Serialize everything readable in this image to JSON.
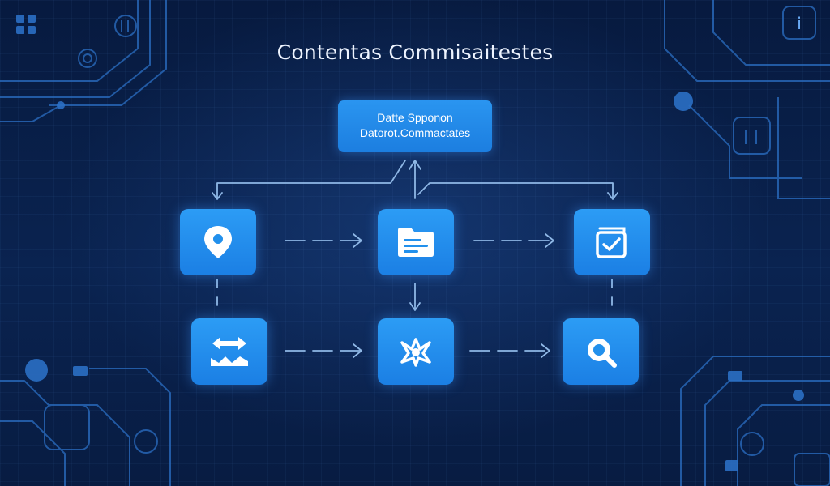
{
  "title": "Contentas  Commisaitestes",
  "top_node": {
    "line1": "Datte Spponon",
    "line2": "Datorot.Commactates"
  },
  "nodes": [
    {
      "id": "location",
      "icon": "map-pin-icon"
    },
    {
      "id": "document",
      "icon": "document-icon"
    },
    {
      "id": "checkbox",
      "icon": "checkbox-icon"
    },
    {
      "id": "transfer",
      "icon": "arrows-exchange-icon"
    },
    {
      "id": "process",
      "icon": "process-cluster-icon"
    },
    {
      "id": "search",
      "icon": "search-icon"
    }
  ],
  "colors": {
    "background": "#06183a",
    "node": "#2290ec",
    "connector": "#8fb8e6",
    "circuit": "#2b6fc4"
  }
}
